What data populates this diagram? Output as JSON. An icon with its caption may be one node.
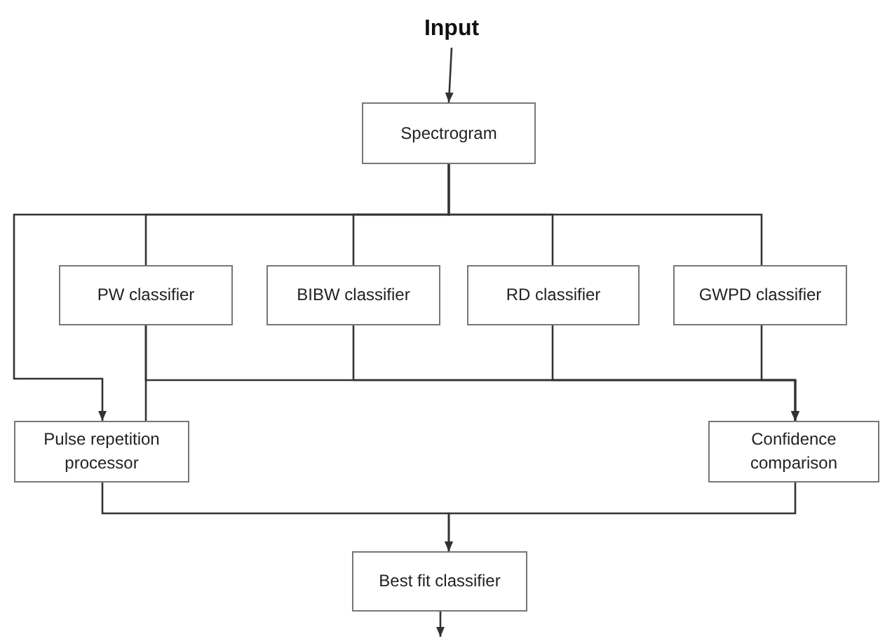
{
  "diagram": {
    "nodes": [
      {
        "text": [
          "Input"
        ]
      },
      {
        "text": [
          "Spectrogram"
        ]
      },
      {
        "text": [
          "PW classifier"
        ]
      },
      {
        "text": [
          "BIBW classifier"
        ]
      },
      {
        "text": [
          "RD classifier"
        ]
      },
      {
        "text": [
          "GWPD classifier"
        ]
      },
      {
        "text": [
          "Pulse repetition processor"
        ]
      },
      {
        "text": [
          "Confidence comparison"
        ]
      },
      {
        "text": [
          "Best fit classifier"
        ]
      }
    ],
    "edges": [
      {
        "from": 0,
        "to": 1,
        "arrow": "to"
      },
      {
        "from": 1,
        "to": 2,
        "arrow": "none"
      },
      {
        "from": 1,
        "to": 3,
        "arrow": "none"
      },
      {
        "from": 1,
        "to": 4,
        "arrow": "none"
      },
      {
        "from": 1,
        "to": 5,
        "arrow": "none"
      },
      {
        "from": 1,
        "to": 6,
        "arrow": "to"
      },
      {
        "from": 2,
        "to": 6,
        "arrow": "none"
      },
      {
        "from": 2,
        "to": 7,
        "arrow": "to"
      },
      {
        "from": 3,
        "to": 7,
        "arrow": "to"
      },
      {
        "from": 4,
        "to": 7,
        "arrow": "to"
      },
      {
        "from": 5,
        "to": 7,
        "arrow": "to"
      },
      {
        "from": 6,
        "to": 8,
        "arrow": "to"
      },
      {
        "from": 7,
        "to": 8,
        "arrow": "to"
      },
      {
        "from": 8,
        "to": null,
        "arrow": "to"
      }
    ]
  }
}
